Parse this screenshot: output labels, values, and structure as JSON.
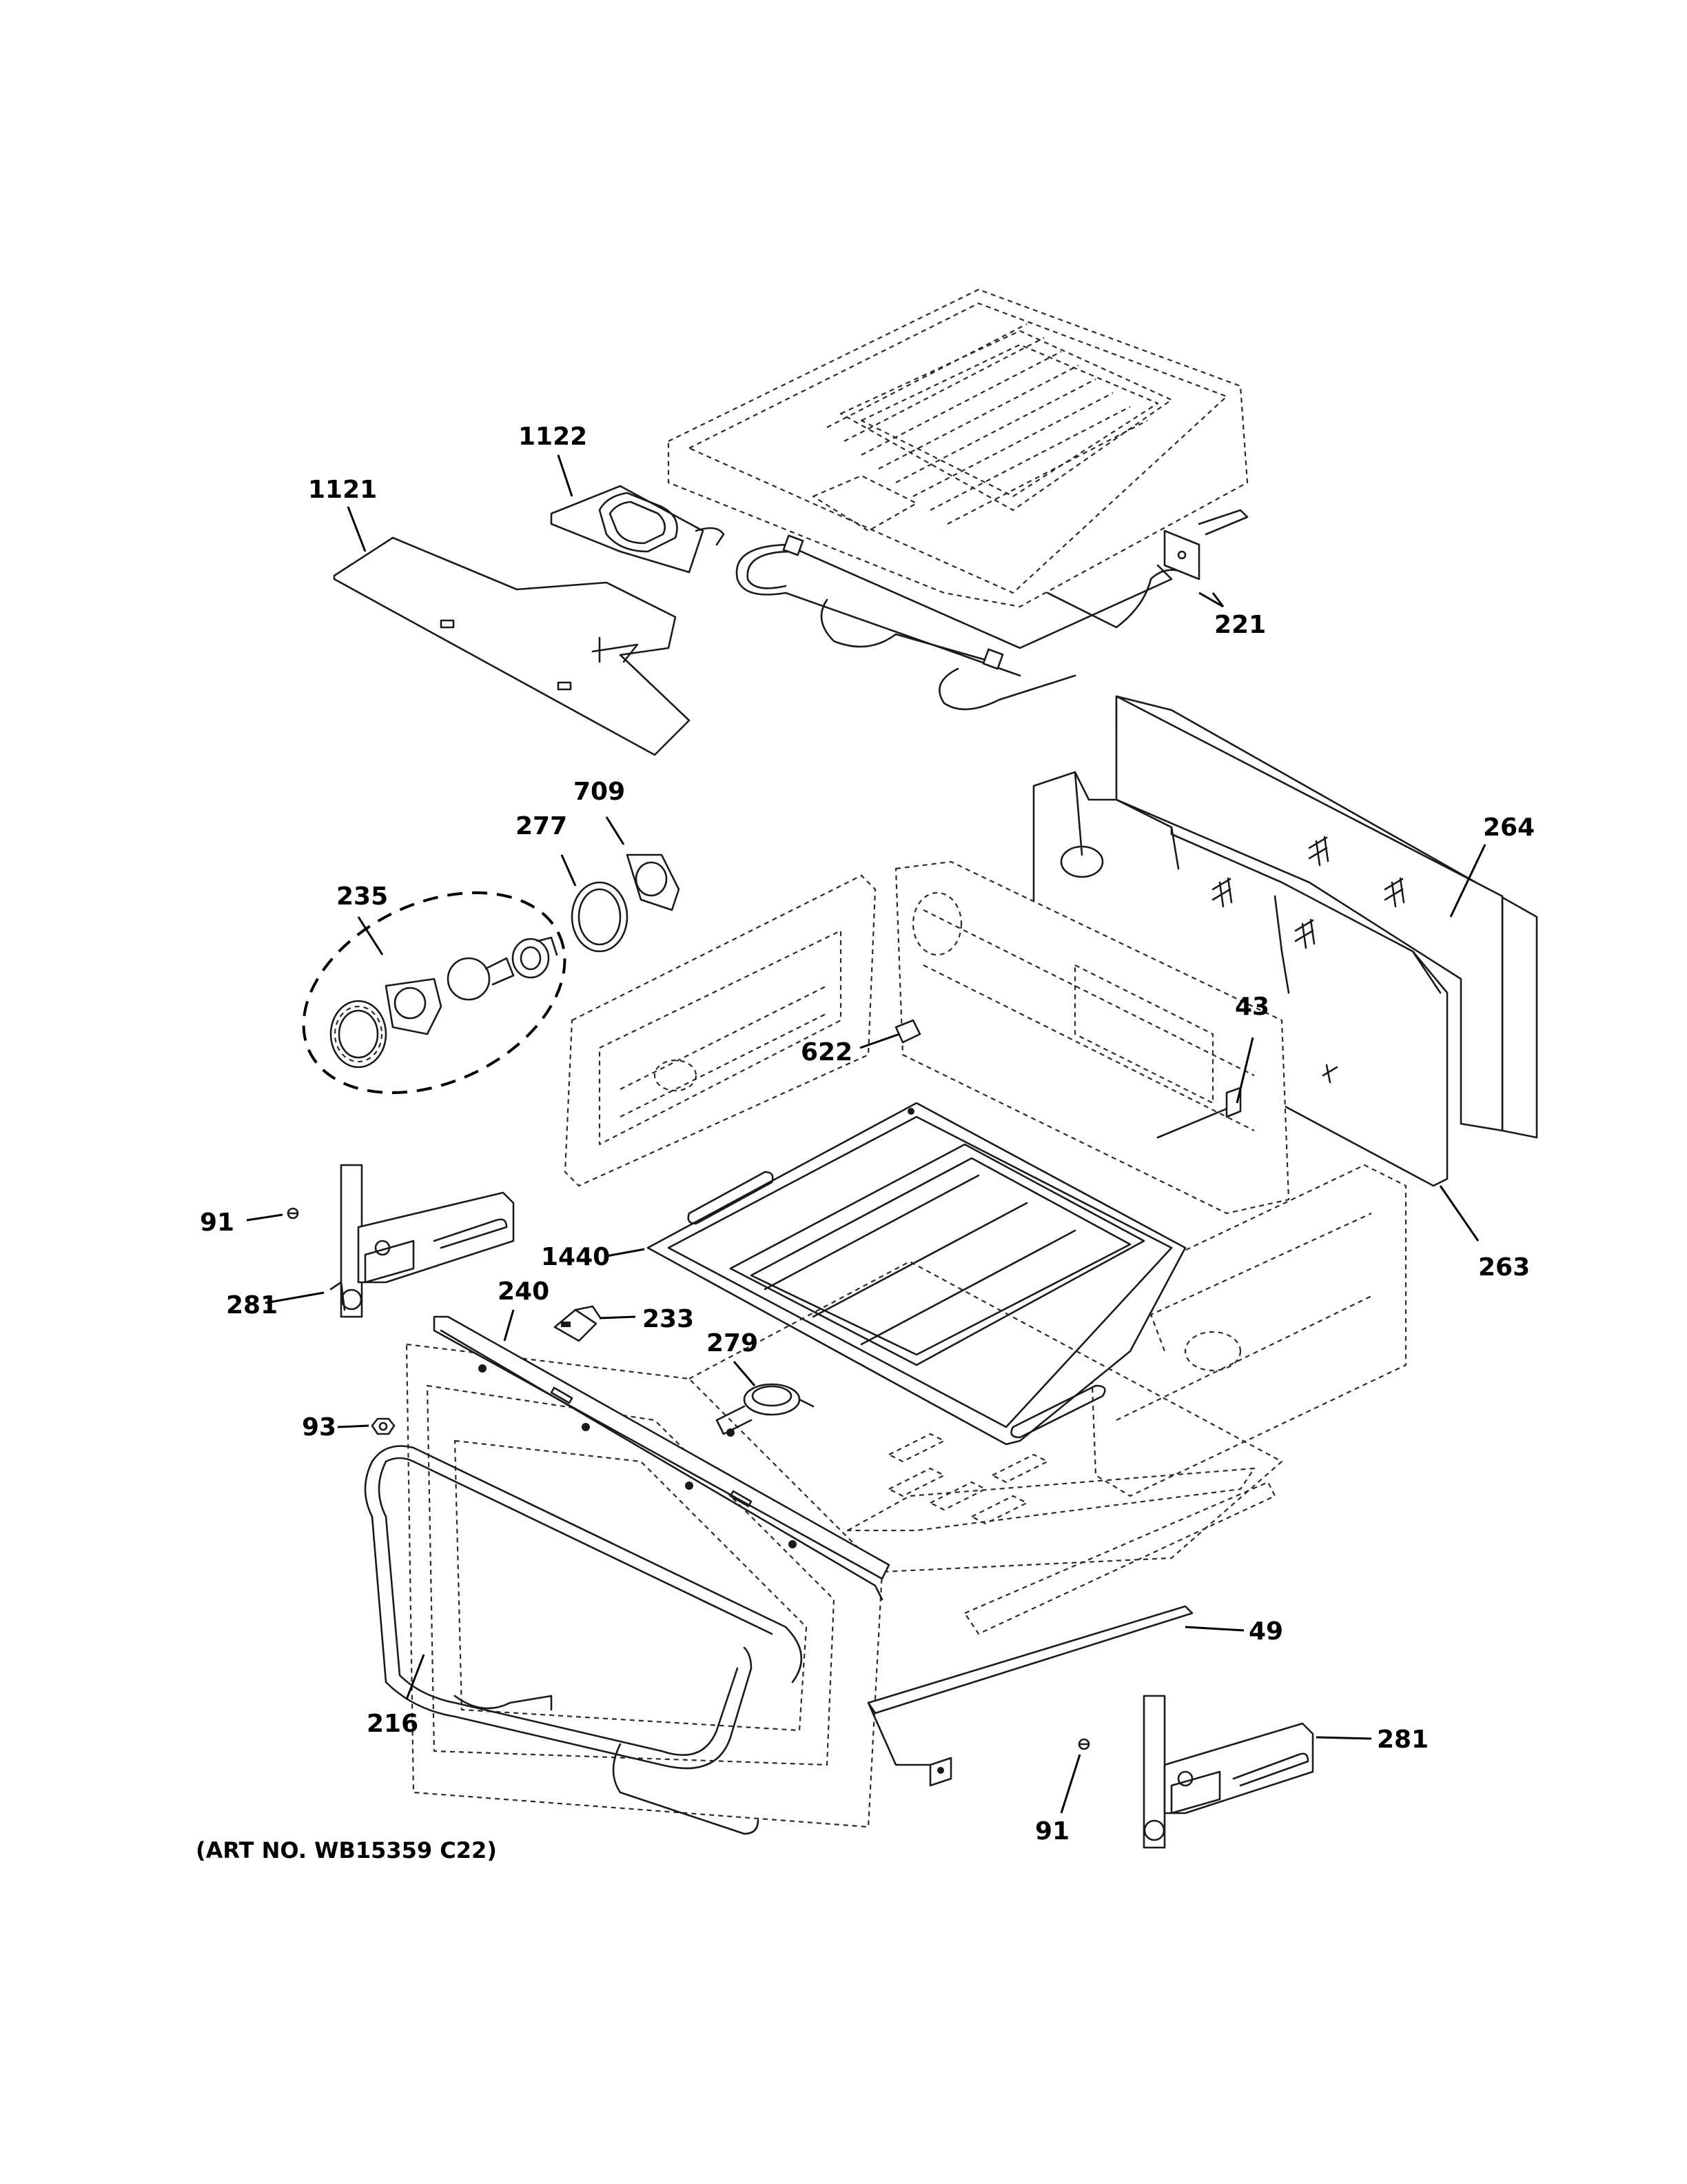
{
  "callouts": {
    "c1122": "1122",
    "c1121": "1121",
    "c221": "221",
    "c709": "709",
    "c277": "277",
    "c235": "235",
    "c264": "264",
    "c43": "43",
    "c622": "622",
    "c91a": "91",
    "c281a": "281",
    "c1440": "1440",
    "c240": "240",
    "c233": "233",
    "c279": "279",
    "c93": "93",
    "c263": "263",
    "c49": "49",
    "c216": "216",
    "c281b": "281",
    "c91b": "91"
  },
  "art_number": "(ART NO. WB15359 C22)"
}
